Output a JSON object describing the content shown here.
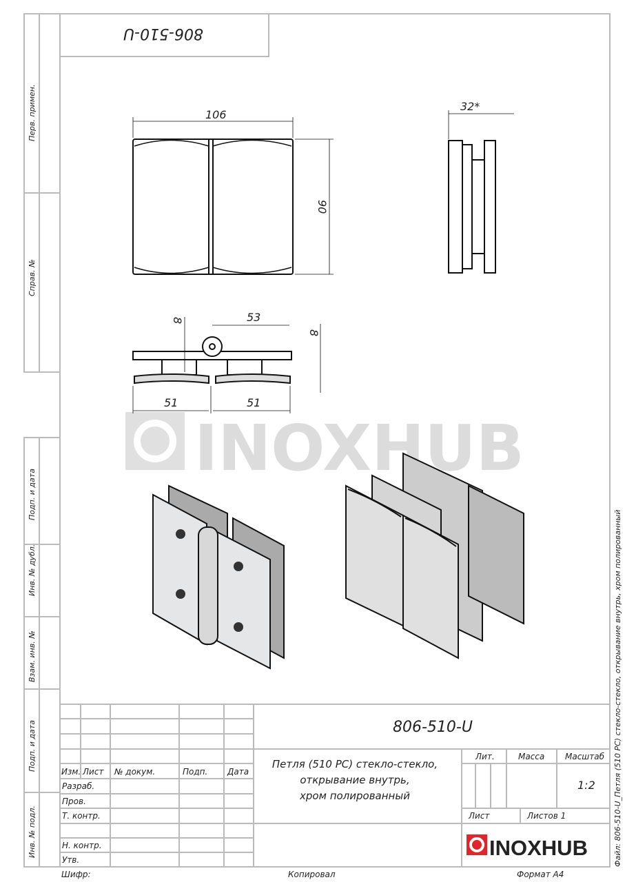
{
  "top_code": "806-510-U",
  "side_labels": [
    "Перв. примен.",
    "Справ. №",
    "Подп. и дата",
    "Инв. № дубл.",
    "Взам. инв. №",
    "Подп. и дата",
    "Инв. № подл."
  ],
  "dimensions": {
    "width": "106",
    "height": "90",
    "depth": "32*",
    "offset_a": "8",
    "offset_b": "8",
    "center": "53",
    "left": "51",
    "right": "51"
  },
  "watermark": "INOXHUB",
  "title_block": {
    "code": "806-510-U",
    "description": [
      "Петля (510 PC) стекло-стекло,",
      "открывание внутрь,",
      "хром полированный"
    ],
    "headers": [
      "Изм.",
      "Лист",
      "№ докум.",
      "Подп.",
      "Дата"
    ],
    "roles": [
      "Разраб.",
      "Пров.",
      "Т. контр.",
      "",
      "Н. контр.",
      "Утв."
    ],
    "lit": "Лит.",
    "mass": "Масса",
    "scale_label": "Масштаб",
    "scale": "1:2",
    "sheet": "Лист",
    "sheets": "Листов 1",
    "logo": "INOXHUB"
  },
  "footer": {
    "cipher": "Шифр:",
    "copied": "Копировал",
    "format": "Формат А4"
  },
  "file_label": "Файл: 806-510-U_Петля (510 PC) стекло-стекло, открывание внутрь, хром полированный",
  "colors": {
    "brand_red": "#e0262b",
    "frame": "#bbbbbb"
  }
}
